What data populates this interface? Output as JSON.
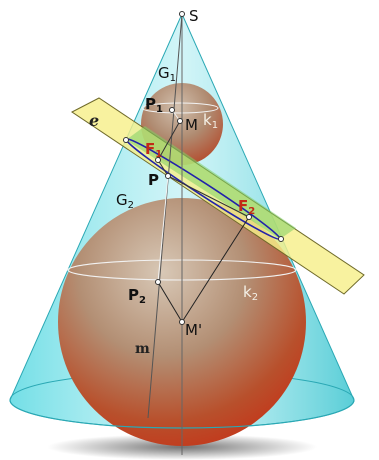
{
  "labels": {
    "apex": "S",
    "circle_g1": "G",
    "circle_g1_sub": "1",
    "circle_g2": "G",
    "circle_g2_sub": "2",
    "point_p1": "P",
    "point_p1_sub": "1",
    "center_m": "M",
    "circle_k1": "k",
    "circle_k1_sub": "1",
    "plane_e": "e",
    "focus_f1": "F",
    "focus_f1_sub": "1",
    "point_p": "P",
    "focus_f2": "F",
    "focus_f2_sub": "2",
    "point_p2": "P",
    "point_p2_sub": "2",
    "circle_k2": "k",
    "circle_k2_sub": "2",
    "center_m_prime": "M'",
    "generator_m": "m"
  },
  "colors": {
    "cone_fill": "#4fd3dc",
    "cone_edge": "#2aa8b4",
    "plane_fill": "#f6ef8a",
    "plane_edge": "#6f6a2a",
    "sphere_light": "#c9b39e",
    "sphere_dark": "#c0401c",
    "focus_red": "#c22a17",
    "ellipse_blue": "#2222aa"
  }
}
